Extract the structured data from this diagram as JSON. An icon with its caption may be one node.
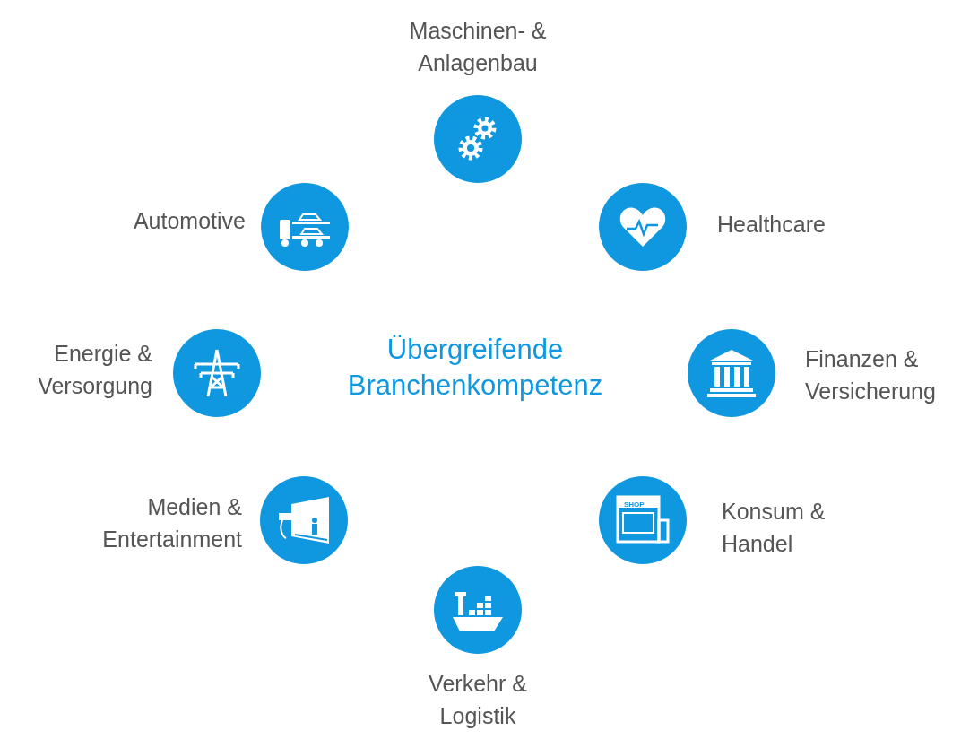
{
  "diagram": {
    "title": "Übergreifende Branchenkompetenz",
    "nodes": [
      {
        "text": [
          "Maschinen- & Anlagenbau"
        ]
      },
      {
        "text": [
          "Automotive"
        ]
      },
      {
        "text": [
          "Healthcare"
        ]
      },
      {
        "text": [
          "Energie & Versorgung"
        ]
      },
      {
        "text": [
          "Finanzen & Versicherung"
        ]
      },
      {
        "text": [
          "Medien & Entertainment"
        ]
      },
      {
        "text": [
          "Konsum & Handel"
        ]
      },
      {
        "text": [
          "Verkehr & Logistik"
        ]
      }
    ],
    "edges": [],
    "labels": [
      "SHOP"
    ]
  }
}
